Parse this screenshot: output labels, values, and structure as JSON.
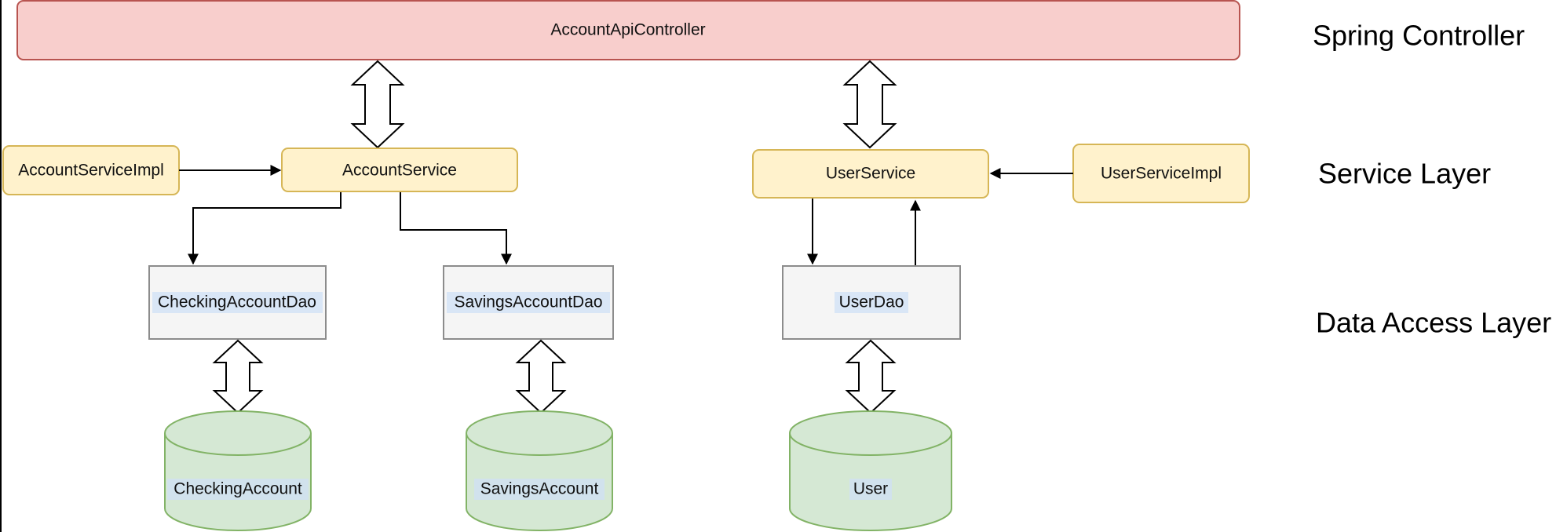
{
  "colors": {
    "controller_fill": "#f8cecc",
    "controller_stroke": "#b85450",
    "service_fill": "#fff2cc",
    "service_stroke": "#d6b656",
    "dao_fill": "#f5f5f5",
    "dao_stroke": "#8c8c8c",
    "db_fill": "#d5e8d4",
    "db_stroke": "#82b366",
    "text_highlight": "#cfe0f5",
    "arrow_stroke": "#000000"
  },
  "nodes": {
    "controller": "AccountApiController",
    "account_service_impl": "AccountServiceImpl",
    "account_service": "AccountService",
    "user_service": "UserService",
    "user_service_impl": "UserServiceImpl",
    "checking_account_dao": "CheckingAccountDao",
    "savings_account_dao": "SavingsAccountDao",
    "user_dao": "UserDao",
    "checking_account_db": "CheckingAccount",
    "savings_account_db": "SavingsAccount",
    "user_db": "User"
  },
  "layers": {
    "controller": "Spring Controller",
    "service": "Service Layer",
    "data_access": "Data Access Layer"
  }
}
